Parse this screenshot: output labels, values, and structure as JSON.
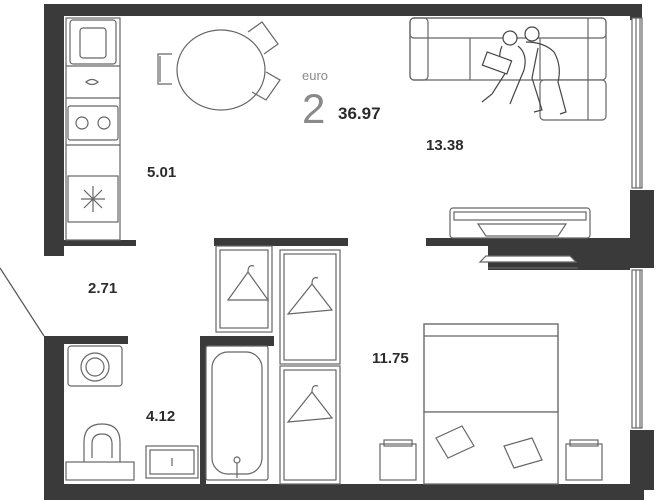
{
  "header": {
    "unit": "euro",
    "rooms": "2",
    "total_area": "36.97"
  },
  "rooms": {
    "kitchen": "5.01",
    "living": "13.38",
    "hallway": "2.71",
    "bathroom": "4.12",
    "bedroom": "11.75"
  },
  "colors": {
    "wall": "#3a3a3a",
    "line": "#666666",
    "furniture_fill": "#ffffff",
    "text": "#2b2b2b",
    "muted_text": "#8a8a8a"
  },
  "icons": [
    "dining-table-icon",
    "chair-icon",
    "sofa-icon",
    "people-icon",
    "tv-icon",
    "bed-icon",
    "pillow-icon",
    "nightstand-icon",
    "wardrobe-icon",
    "hanger-icon",
    "bathtub-icon",
    "toilet-icon",
    "sink-icon",
    "washing-machine-icon",
    "stove-icon",
    "fridge-icon",
    "window-icon",
    "door-swing-icon"
  ]
}
